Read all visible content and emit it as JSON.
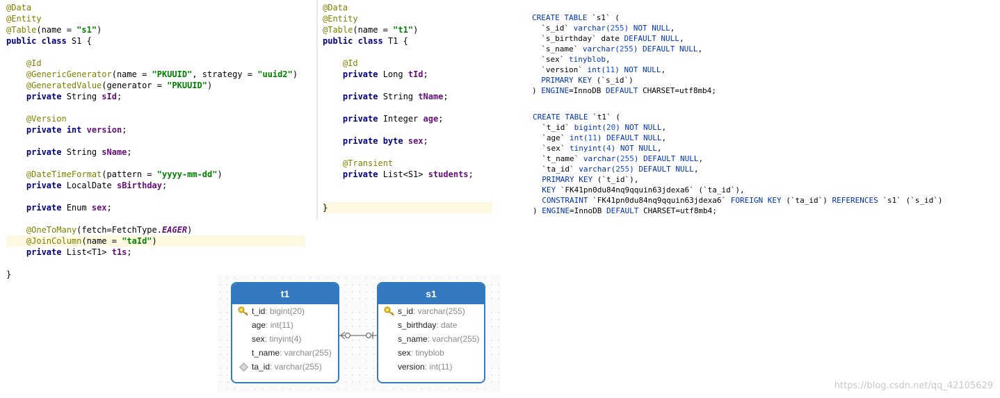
{
  "editor_left": {
    "lines": [
      [
        {
          "t": "@Data",
          "c": "ann"
        }
      ],
      [
        {
          "t": "@Entity",
          "c": "ann"
        }
      ],
      [
        {
          "t": "@Table",
          "c": "ann"
        },
        {
          "t": "(name = "
        },
        {
          "t": "\"s1\"",
          "c": "str"
        },
        {
          "t": ")"
        }
      ],
      [
        {
          "t": "public class",
          "c": "kw"
        },
        {
          "t": " S1 {"
        }
      ],
      [],
      [
        {
          "t": "    "
        },
        {
          "t": "@Id",
          "c": "ann"
        }
      ],
      [
        {
          "t": "    "
        },
        {
          "t": "@GenericGenerator",
          "c": "ann"
        },
        {
          "t": "(name = "
        },
        {
          "t": "\"PKUUID\"",
          "c": "str"
        },
        {
          "t": ", strategy = "
        },
        {
          "t": "\"uuid2\"",
          "c": "str"
        },
        {
          "t": ")"
        }
      ],
      [
        {
          "t": "    "
        },
        {
          "t": "@GeneratedValue",
          "c": "ann"
        },
        {
          "t": "(generator = "
        },
        {
          "t": "\"PKUUID\"",
          "c": "str"
        },
        {
          "t": ")"
        }
      ],
      [
        {
          "t": "    "
        },
        {
          "t": "private",
          "c": "kw"
        },
        {
          "t": " String "
        },
        {
          "t": "sId",
          "c": "fld"
        },
        {
          "t": ";"
        }
      ],
      [],
      [
        {
          "t": "    "
        },
        {
          "t": "@Version",
          "c": "ann"
        }
      ],
      [
        {
          "t": "    "
        },
        {
          "t": "private int",
          "c": "kw"
        },
        {
          "t": " "
        },
        {
          "t": "version",
          "c": "fld"
        },
        {
          "t": ";"
        }
      ],
      [],
      [
        {
          "t": "    "
        },
        {
          "t": "private",
          "c": "kw"
        },
        {
          "t": " String "
        },
        {
          "t": "sName",
          "c": "fld"
        },
        {
          "t": ";"
        }
      ],
      [],
      [
        {
          "t": "    "
        },
        {
          "t": "@DateTimeFormat",
          "c": "ann"
        },
        {
          "t": "(pattern = "
        },
        {
          "t": "\"yyyy-mm-dd\"",
          "c": "str"
        },
        {
          "t": ")"
        }
      ],
      [
        {
          "t": "    "
        },
        {
          "t": "private",
          "c": "kw"
        },
        {
          "t": " LocalDate "
        },
        {
          "t": "sBirthday",
          "c": "fld"
        },
        {
          "t": ";"
        }
      ],
      [],
      [
        {
          "t": "    "
        },
        {
          "t": "private",
          "c": "kw"
        },
        {
          "t": " Enum "
        },
        {
          "t": "sex",
          "c": "fld"
        },
        {
          "t": ";"
        }
      ],
      [],
      [
        {
          "t": "    "
        },
        {
          "t": "@OneToMany",
          "c": "ann"
        },
        {
          "t": "(fetch=FetchType."
        },
        {
          "t": "EAGER",
          "c": "ital"
        },
        {
          "t": ")"
        }
      ],
      [
        {
          "t": "    "
        },
        {
          "t": "@JoinColumn",
          "c": "ann"
        },
        {
          "t": "(name = "
        },
        {
          "t": "\"taId\"",
          "c": "str"
        },
        {
          "t": ")"
        }
      ],
      [
        {
          "t": "    "
        },
        {
          "t": "private",
          "c": "kw"
        },
        {
          "t": " List<T1> "
        },
        {
          "t": "t1s",
          "c": "fld"
        },
        {
          "t": ";"
        }
      ],
      [],
      [
        {
          "t": "}"
        }
      ]
    ],
    "highlight_line": 21
  },
  "editor_right": {
    "lines": [
      [
        {
          "t": "@Data",
          "c": "ann"
        }
      ],
      [
        {
          "t": "@Entity",
          "c": "ann"
        }
      ],
      [
        {
          "t": "@Table",
          "c": "ann"
        },
        {
          "t": "(name = "
        },
        {
          "t": "\"t1\"",
          "c": "str"
        },
        {
          "t": ")"
        }
      ],
      [
        {
          "t": "public class",
          "c": "kw"
        },
        {
          "t": " T1 {"
        }
      ],
      [],
      [
        {
          "t": "    "
        },
        {
          "t": "@Id",
          "c": "ann"
        }
      ],
      [
        {
          "t": "    "
        },
        {
          "t": "private",
          "c": "kw"
        },
        {
          "t": " Long "
        },
        {
          "t": "tId",
          "c": "fld"
        },
        {
          "t": ";"
        }
      ],
      [],
      [
        {
          "t": "    "
        },
        {
          "t": "private",
          "c": "kw"
        },
        {
          "t": " String "
        },
        {
          "t": "tName",
          "c": "fld"
        },
        {
          "t": ";"
        }
      ],
      [],
      [
        {
          "t": "    "
        },
        {
          "t": "private",
          "c": "kw"
        },
        {
          "t": " Integer "
        },
        {
          "t": "age",
          "c": "fld"
        },
        {
          "t": ";"
        }
      ],
      [],
      [
        {
          "t": "    "
        },
        {
          "t": "private byte",
          "c": "kw"
        },
        {
          "t": " "
        },
        {
          "t": "sex",
          "c": "fld"
        },
        {
          "t": ";"
        }
      ],
      [],
      [
        {
          "t": "    "
        },
        {
          "t": "@Transient",
          "c": "ann"
        }
      ],
      [
        {
          "t": "    "
        },
        {
          "t": "private",
          "c": "kw"
        },
        {
          "t": " List<S1> "
        },
        {
          "t": "students",
          "c": "fld"
        },
        {
          "t": ";"
        }
      ],
      [],
      [],
      [
        {
          "t": "}"
        }
      ]
    ],
    "highlight_line": 18
  },
  "sql_s1": [
    [
      {
        "t": "CREATE TABLE",
        "c": "sk"
      },
      {
        "t": " `s1` ("
      }
    ],
    [
      {
        "t": "  `s_id` "
      },
      {
        "t": "varchar(",
        "c": "sk"
      },
      {
        "t": "255",
        "c": "sn"
      },
      {
        "t": ") NOT NULL",
        "c": "sk"
      },
      {
        "t": ","
      }
    ],
    [
      {
        "t": "  `s_birthday` date "
      },
      {
        "t": "DEFAULT NULL",
        "c": "sk"
      },
      {
        "t": ","
      }
    ],
    [
      {
        "t": "  `s_name` "
      },
      {
        "t": "varchar(",
        "c": "sk"
      },
      {
        "t": "255",
        "c": "sn"
      },
      {
        "t": ") DEFAULT NULL",
        "c": "sk"
      },
      {
        "t": ","
      }
    ],
    [
      {
        "t": "  `sex` "
      },
      {
        "t": "tinyblob",
        "c": "sk"
      },
      {
        "t": ","
      }
    ],
    [
      {
        "t": "  `version` "
      },
      {
        "t": "int(",
        "c": "sk"
      },
      {
        "t": "11",
        "c": "sn"
      },
      {
        "t": ") NOT NULL",
        "c": "sk"
      },
      {
        "t": ","
      }
    ],
    [
      {
        "t": "  "
      },
      {
        "t": "PRIMARY KEY",
        "c": "sk"
      },
      {
        "t": " (`s_id`)"
      }
    ],
    [
      {
        "t": ") "
      },
      {
        "t": "ENGINE",
        "c": "sk"
      },
      {
        "t": "=InnoDB "
      },
      {
        "t": "DEFAULT",
        "c": "sk"
      },
      {
        "t": " CHARSET=utf8mb4;"
      }
    ]
  ],
  "sql_t1": [
    [
      {
        "t": "CREATE TABLE",
        "c": "sk"
      },
      {
        "t": " `t1` ("
      }
    ],
    [
      {
        "t": "  `t_id` "
      },
      {
        "t": "bigint(",
        "c": "sk"
      },
      {
        "t": "20",
        "c": "sn"
      },
      {
        "t": ") NOT NULL",
        "c": "sk"
      },
      {
        "t": ","
      }
    ],
    [
      {
        "t": "  `age` "
      },
      {
        "t": "int(",
        "c": "sk"
      },
      {
        "t": "11",
        "c": "sn"
      },
      {
        "t": ") DEFAULT NULL",
        "c": "sk"
      },
      {
        "t": ","
      }
    ],
    [
      {
        "t": "  `sex` "
      },
      {
        "t": "tinyint(",
        "c": "sk"
      },
      {
        "t": "4",
        "c": "sn"
      },
      {
        "t": ") NOT NULL",
        "c": "sk"
      },
      {
        "t": ","
      }
    ],
    [
      {
        "t": "  `t_name` "
      },
      {
        "t": "varchar(",
        "c": "sk"
      },
      {
        "t": "255",
        "c": "sn"
      },
      {
        "t": ") DEFAULT NULL",
        "c": "sk"
      },
      {
        "t": ","
      }
    ],
    [
      {
        "t": "  `ta_id` "
      },
      {
        "t": "varchar(",
        "c": "sk"
      },
      {
        "t": "255",
        "c": "sn"
      },
      {
        "t": ") DEFAULT NULL",
        "c": "sk"
      },
      {
        "t": ","
      }
    ],
    [
      {
        "t": "  "
      },
      {
        "t": "PRIMARY KEY",
        "c": "sk"
      },
      {
        "t": " (`t_id`),"
      }
    ],
    [
      {
        "t": "  "
      },
      {
        "t": "KEY",
        "c": "sk"
      },
      {
        "t": " `FK41pn0du84nq9qquin63jdexa6` (`ta_id`),"
      }
    ],
    [
      {
        "t": "  "
      },
      {
        "t": "CONSTRAINT",
        "c": "sk"
      },
      {
        "t": " `FK41pn0du84nq9qquin63jdexa6` "
      },
      {
        "t": "FOREIGN KEY",
        "c": "sk"
      },
      {
        "t": " (`ta_id`) "
      },
      {
        "t": "REFERENCES",
        "c": "sk"
      },
      {
        "t": " `s1` (`s_id`)"
      }
    ],
    [
      {
        "t": ") "
      },
      {
        "t": "ENGINE",
        "c": "sk"
      },
      {
        "t": "=InnoDB "
      },
      {
        "t": "DEFAULT",
        "c": "sk"
      },
      {
        "t": " CHARSET=utf8mb4;"
      }
    ]
  ],
  "erd": {
    "t1": {
      "title": "t1",
      "columns": [
        {
          "name": "t_id",
          "type": ": bigint(20)",
          "icon": "key"
        },
        {
          "name": "age",
          "type": ": int(11)",
          "icon": ""
        },
        {
          "name": "sex",
          "type": ": tinyint(4)",
          "icon": ""
        },
        {
          "name": "t_name",
          "type": ": varchar(255)",
          "icon": ""
        },
        {
          "name": "ta_id",
          "type": ": varchar(255)",
          "icon": "diamond"
        }
      ]
    },
    "s1": {
      "title": "s1",
      "columns": [
        {
          "name": "s_id",
          "type": ": varchar(255)",
          "icon": "key"
        },
        {
          "name": "s_birthday",
          "type": ": date",
          "icon": ""
        },
        {
          "name": "s_name",
          "type": ": varchar(255)",
          "icon": ""
        },
        {
          "name": "sex",
          "type": ": tinyblob",
          "icon": ""
        },
        {
          "name": "version",
          "type": ": int(11)",
          "icon": ""
        }
      ]
    },
    "border_color": "#2f7bbf",
    "header_color": "#3478c0"
  },
  "watermark": "https://blog.csdn.net/qq_42105629"
}
